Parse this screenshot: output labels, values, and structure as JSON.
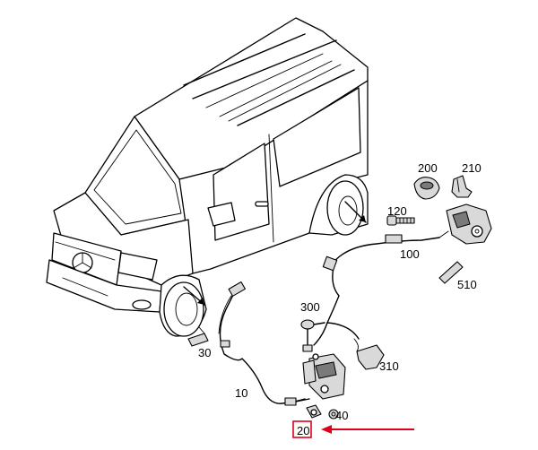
{
  "diagram": {
    "part_labels": {
      "p10": "10",
      "p20": "20",
      "p30": "30",
      "p40": "40",
      "p100": "100",
      "p120": "120",
      "p200": "200",
      "p210": "210",
      "p300": "300",
      "p310": "310",
      "p510": "510"
    },
    "highlight": {
      "target_part": "20",
      "box_color": "#e0001b",
      "arrow_color": "#e0001b"
    }
  }
}
